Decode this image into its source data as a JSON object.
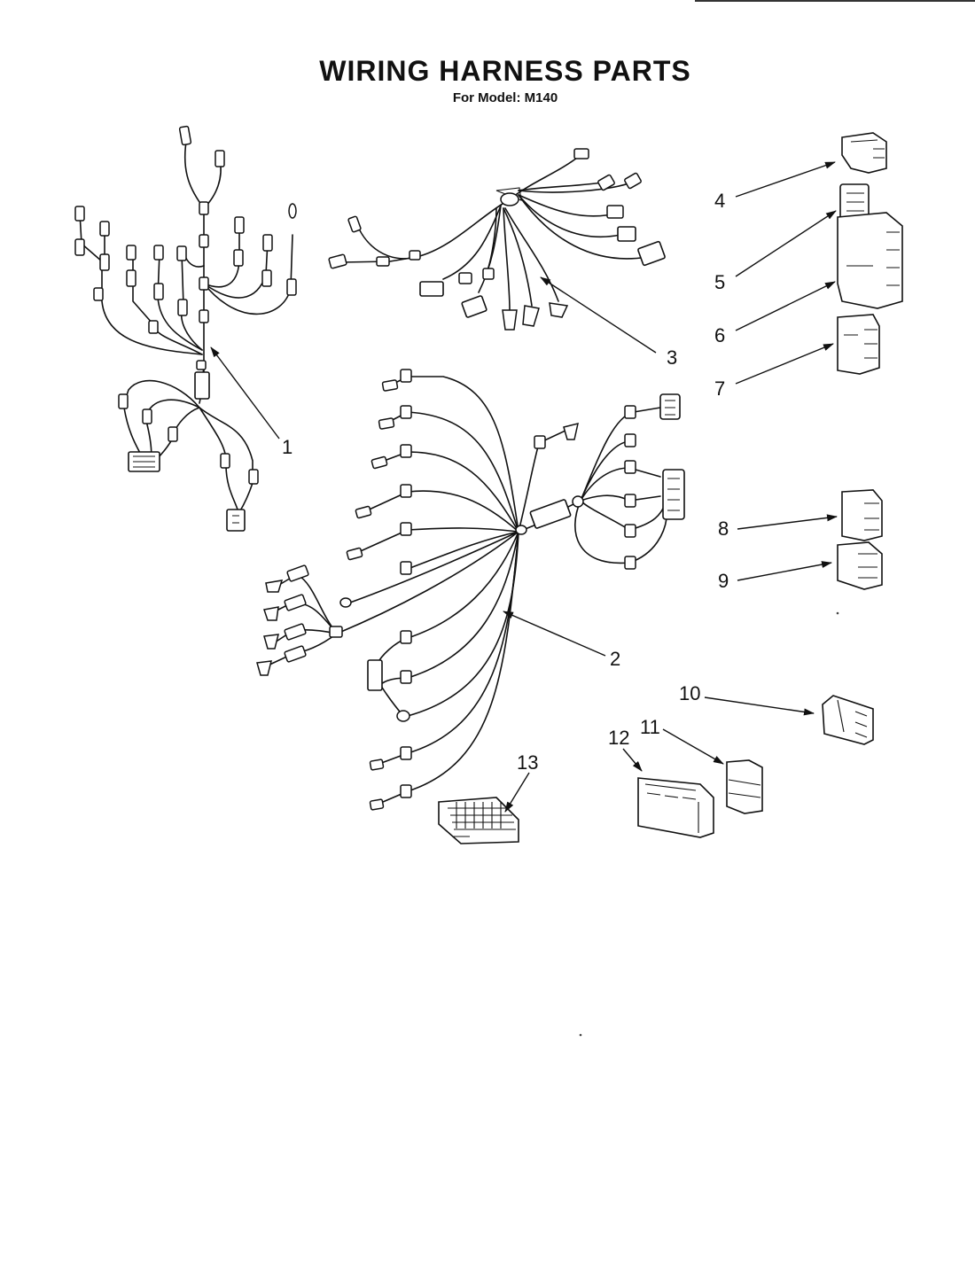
{
  "title": "WIRING HARNESS PARTS",
  "subtitle": "For Model: M140",
  "callouts": [
    "1",
    "2",
    "3",
    "4",
    "5",
    "6",
    "7",
    "8",
    "9",
    "10",
    "11",
    "12",
    "13"
  ]
}
